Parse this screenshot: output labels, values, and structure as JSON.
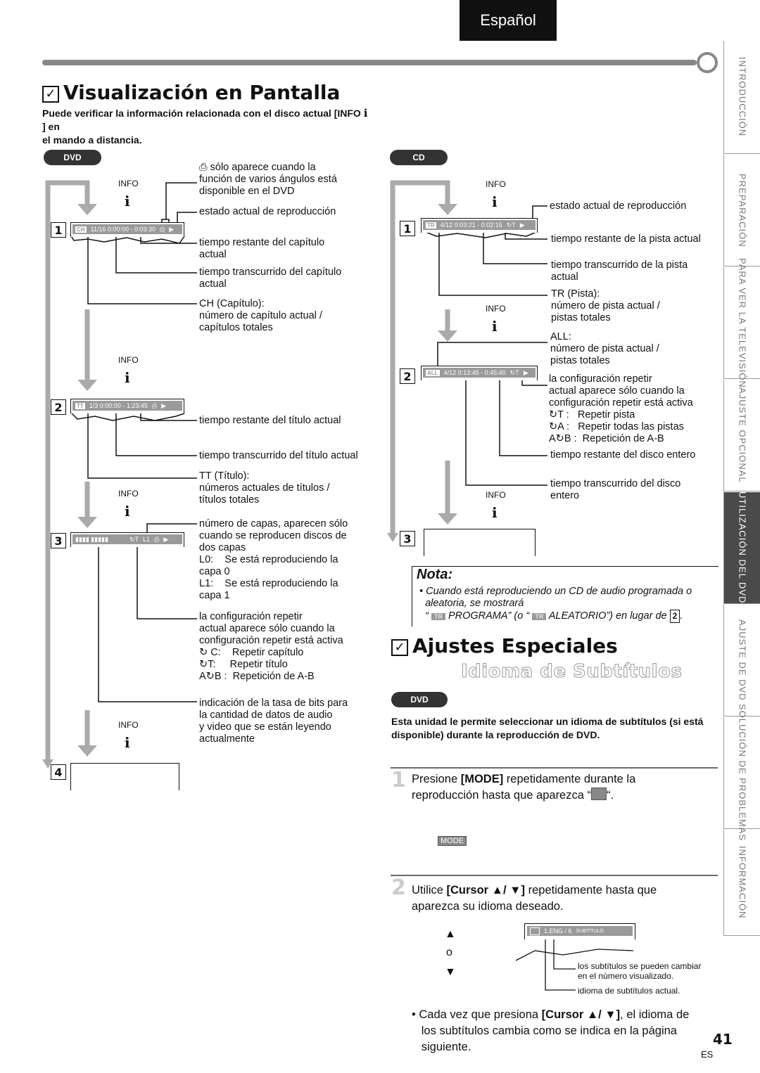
{
  "header": {
    "language_tab": "Español"
  },
  "section1": {
    "title": "Visualización en Pantalla",
    "check": "✓",
    "intro_line1": "Puede verificar la información relacionada con el disco actual [INFO",
    "intro_info_glyph": "i",
    "intro_line1_end": "] en",
    "intro_line2": "el mando a distancia."
  },
  "dvd_panel": {
    "badge": "DVD",
    "info_label": "INFO",
    "info_glyph": "i",
    "steps": [
      "1",
      "2",
      "3",
      "4"
    ],
    "osd1": {
      "tag": "CH",
      "text": "11/16  0:00:00 - 0:03:30"
    },
    "osd2": {
      "tag": "TT",
      "text": "1/3     0:00:00 - 1:23:45"
    },
    "osd3": {
      "text": "L1"
    },
    "descs": {
      "angle": [
        "sólo aparece cuando la",
        "función de varios ángulos está",
        "disponible en el DVD"
      ],
      "play_status": "estado actual de reproducción",
      "ch_remain": [
        "tiempo restante del capítulo",
        "actual"
      ],
      "ch_elapsed": [
        "tiempo transcurrido del capítulo",
        "actual"
      ],
      "ch": [
        "CH (Capítulo):",
        "número de capítulo actual /",
        "capítulos totales"
      ],
      "tt_remain": "tiempo restante del título actual",
      "tt_elapsed": "tiempo transcurrido del título actual",
      "tt": [
        "TT (Título):",
        "números actuales de títulos /",
        "títulos totales"
      ],
      "layers": [
        "número de capas, aparecen sólo",
        "cuando se reproducen discos de",
        "dos capas"
      ],
      "l0": [
        "L0:",
        "Se está reproduciendo la",
        "capa 0"
      ],
      "l1": [
        "L1:",
        "Se está reproduciendo la",
        "capa 1"
      ],
      "repeat": [
        "la configuración repetir",
        "actual aparece sólo cuando la",
        "configuración repetir está activa"
      ],
      "rep_c": [
        "C:",
        "Repetir capítulo"
      ],
      "rep_t": [
        "T:",
        "Repetir título"
      ],
      "rep_ab": [
        "A",
        "B :",
        "Repetición de A-B"
      ],
      "bitrate": [
        "indicación de la tasa de bits para",
        "la cantidad de datos de audio",
        "y video que se están leyendo",
        "actualmente"
      ]
    }
  },
  "cd_panel": {
    "badge": "CD",
    "info_label": "INFO",
    "info_glyph": "i",
    "steps": [
      "1",
      "2",
      "3"
    ],
    "osd1": {
      "tag": "TR",
      "text": "4/12  0:03:21 - 0:02:15"
    },
    "osd2": {
      "tag": "ALL",
      "text": "4/12  0:13:45 - 0:45:40"
    },
    "descs": {
      "play_status": "estado actual de reproducción",
      "tr_remain": "tiempo restante de la pista actual",
      "tr_elapsed": [
        "tiempo transcurrido de la pista",
        "actual"
      ],
      "tr": [
        "TR (Pista):",
        "número de pista actual /",
        "pistas totales"
      ],
      "all": [
        "ALL:",
        "número de pista actual /",
        "pistas totales"
      ],
      "repeat": [
        "la configuración repetir",
        "actual aparece sólo cuando la",
        "configuración repetir está activa"
      ],
      "rep_t": [
        "T :",
        "Repetir pista"
      ],
      "rep_a": [
        "A :",
        "Repetir todas las pistas"
      ],
      "rep_ab": [
        "A",
        "B :",
        "Repetición de A-B"
      ],
      "disc_remain": "tiempo restante del disco entero",
      "disc_elapsed": [
        "tiempo transcurrido del disco",
        "entero"
      ]
    }
  },
  "nota": {
    "title": "Nota:",
    "line1": "Cuando está reproduciendo un CD de audio programada o",
    "line2": "aleatoria, se mostrará",
    "line3_a": "“",
    "line3_tag1": "TR",
    "line3_b": "PROGRAMA” (o “",
    "line3_tag2": "TR",
    "line3_c": "ALEATORIO”) en lugar de",
    "line3_box": "2",
    "line3_d": "."
  },
  "section2": {
    "title": "Ajustes Especiales",
    "check": "✓",
    "subtitle": "Idioma de Subtítulos",
    "badge": "DVD",
    "intro_line1": "Esta unidad le permite seleccionar un idioma de subtítulos (si está",
    "intro_line2": "disponible) durante la reproducción de DVD.",
    "step1_num": "1",
    "step1_line1_a": "Presione ",
    "step1_line1_b": "[MODE]",
    "step1_line1_c": " repetidamente durante la",
    "step1_line2": "reproducción hasta que aparezca “",
    "step1_line2_end": "“.",
    "mode_button": "MODE",
    "step2_num": "2",
    "step2_line1_a": "Utilice ",
    "step2_line1_b": "[Cursor ▲/ ▼]",
    "step2_line1_c": " repetidamente hasta que",
    "step2_line2": "aparezca su idioma deseado.",
    "arrow_up": "▲",
    "arrow_or": "o",
    "arrow_down": "▼",
    "sub_osd": "1.ENG / 6",
    "sub_osd_label": "SUBTÍTULO",
    "sub_desc1_line1": "los subtítulos se pueden cambiar",
    "sub_desc1_line2": "en el número visualizado.",
    "sub_desc2": "idioma de subtítulos actual.",
    "bullet_a": "Cada vez que presiona ",
    "bullet_b": "[Cursor ▲/ ▼]",
    "bullet_c": ", el idioma de",
    "bullet_line2": "los subtítulos cambia como se indica en la página",
    "bullet_line3": "siguiente."
  },
  "sidebar": {
    "items": [
      {
        "label": "INTRODUCCIÓN"
      },
      {
        "label": "PREPARACIÓN"
      },
      {
        "label": "PARA VER LA TELEVISIÓN"
      },
      {
        "label": "AJUSTE OPCIONAL"
      },
      {
        "label": "UTILIZACIÓN DEL DVD"
      },
      {
        "label": "AJUSTE DE DVD"
      },
      {
        "label": "SOLUCIÓN DE PROBLEMAS"
      },
      {
        "label": "INFORMACIÓN"
      }
    ]
  },
  "footer": {
    "page_number": "41",
    "lang_code": "ES"
  },
  "colors": {
    "accent_dark": "#4a4a4a",
    "arrow_gray": "#aaaaaa",
    "osd_gray": "#9a9a9a"
  }
}
